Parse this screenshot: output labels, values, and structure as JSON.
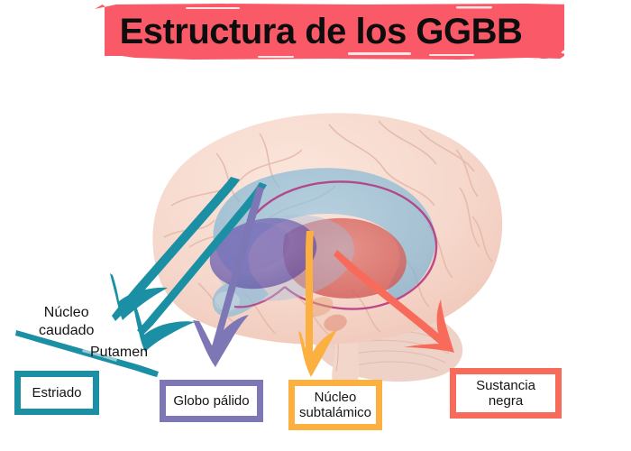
{
  "title": {
    "text": "Estructura de los GGBB",
    "banner_color": "#fa5a68",
    "text_color": "#0d0d0d"
  },
  "figure": {
    "name": "brain-basal-ganglia-illustration",
    "description": "Lateral view of a human brain with transparent cortex showing the basal ganglia",
    "parts": [
      {
        "name": "cerebral-cortex",
        "color": "#f6d7cc"
      },
      {
        "name": "caudate-nucleus",
        "color": "#7fb6d4"
      },
      {
        "name": "putamen-globus-pallidus",
        "color": "#6f62ae"
      },
      {
        "name": "thalamus",
        "color": "#d9605c"
      },
      {
        "name": "thalamus-outline",
        "color": "#b4307e"
      },
      {
        "name": "cerebellum",
        "color": "#eccfc6"
      },
      {
        "name": "brainstem",
        "color": "#f0d3c8"
      }
    ]
  },
  "arrows": [
    {
      "name": "arrow-nucleo-caudado",
      "color": "#1b8fa3",
      "points_to": "Núcleo caudado"
    },
    {
      "name": "arrow-putamen",
      "color": "#1b8fa3",
      "points_to": "Putamen"
    },
    {
      "name": "arrow-globo-palido",
      "color": "#7e77b5",
      "points_to": "Globo pálido"
    },
    {
      "name": "arrow-nucleo-subtalamico",
      "color": "#fcb040",
      "points_to": "Núcleo subtalámico"
    },
    {
      "name": "arrow-sustancia-negra",
      "color": "#f86a5a",
      "points_to": "Sustancia negra"
    },
    {
      "name": "bracket-line-estriado",
      "color": "#1b8fa3",
      "points_to": "Estriado"
    }
  ],
  "annotations": {
    "nucleo_caudado_line1": "Núcleo",
    "nucleo_caudado_line2": "caudado",
    "putamen": "Putamen"
  },
  "boxes": {
    "estriado": {
      "label": "Estriado",
      "border_color": "#1b8fa3"
    },
    "globo_palido": {
      "label": "Globo pálido",
      "border_color": "#7e77b5"
    },
    "nucleo_subtalamico_line1": "Núcleo",
    "nucleo_subtalamico_line2": "subtalámico",
    "nucleo_subtalamico_border": "#fcb040",
    "sustancia_negra_line1": "Sustancia",
    "sustancia_negra_line2": "negra",
    "sustancia_negra_border": "#f86a5a"
  }
}
